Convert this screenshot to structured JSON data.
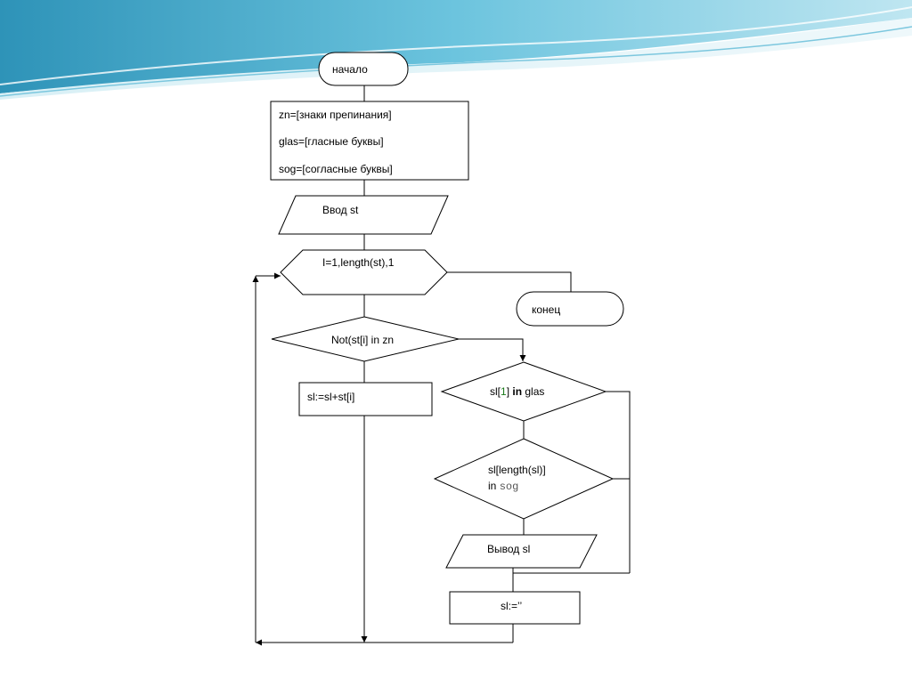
{
  "flowchart": {
    "start": "начало",
    "init": {
      "line1": "zn=[знаки препинания]",
      "line2": "glas=[гласные буквы]",
      "line3": "sog=[согласные буквы]"
    },
    "input": "Ввод  st",
    "loop": "I=1,length(st),1",
    "end": "конец",
    "cond_punct": "Not(st[i] in zn",
    "append": "sl:=sl+st[i]",
    "cond_first": {
      "prefix": "sl[",
      "index": "1",
      "middle": "] ",
      "keyword": "in",
      "suffix": " glas"
    },
    "cond_last": {
      "line1": "sl[length(sl)]",
      "line2_prefix": "in ",
      "line2_code": "sog"
    },
    "output": "Вывод  sl",
    "reset": "sl:=’’"
  },
  "colors": {
    "wave_dark": "#4aa9c9",
    "wave_light": "#a9dcec",
    "index_green": "#1a7a1a"
  }
}
